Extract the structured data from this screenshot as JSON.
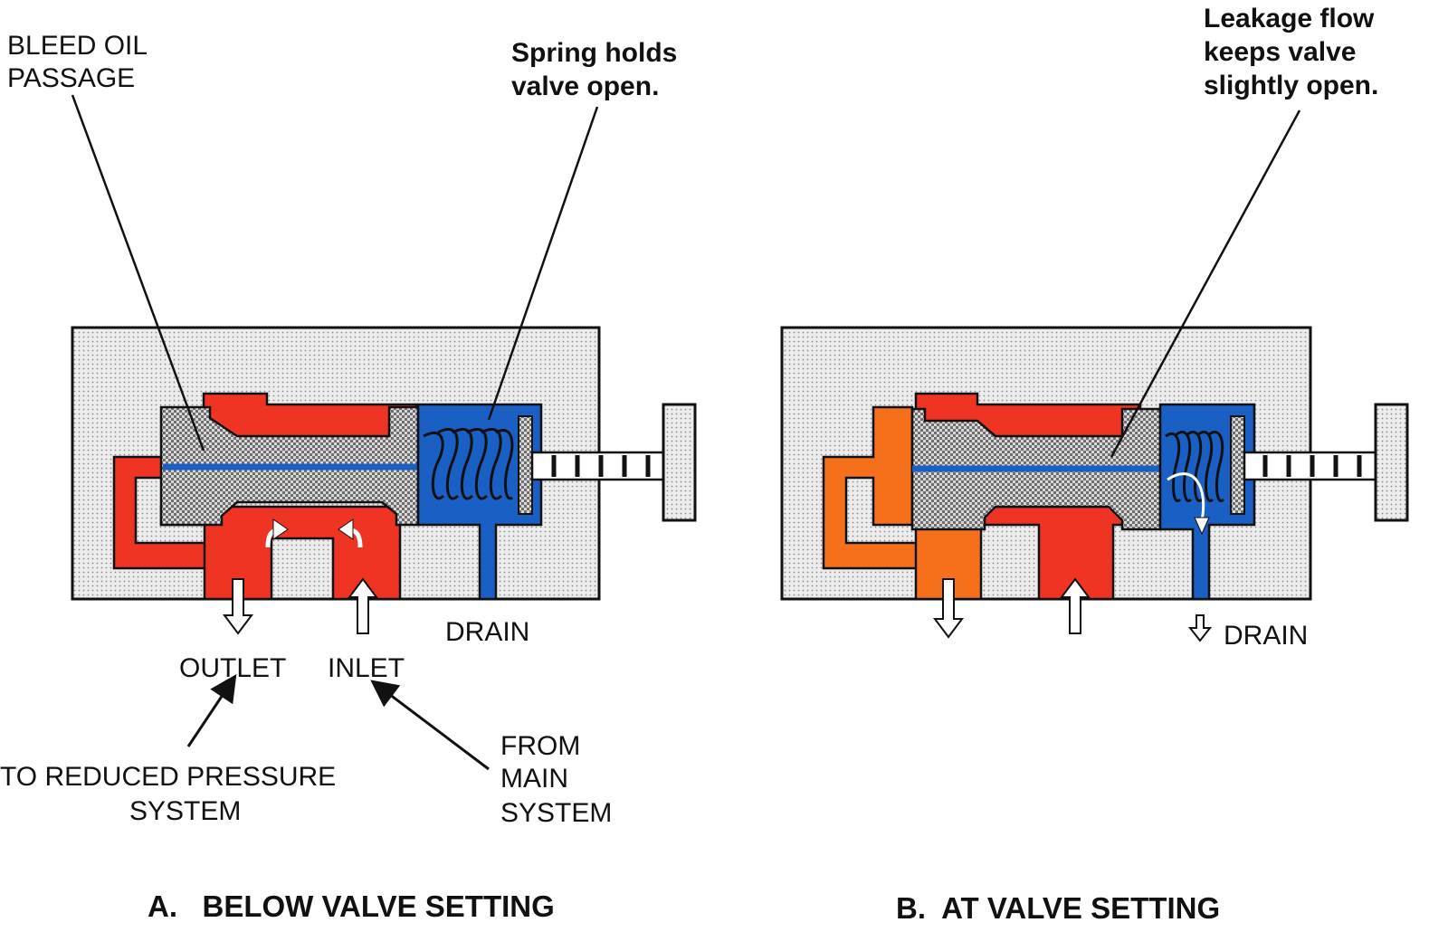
{
  "colors": {
    "body_fill": "#e4e4e4",
    "spool_fill": "#8a8a8a",
    "pressure_red": "#f03423",
    "reduced_orange": "#f6701c",
    "drain_blue": "#1a5fc4",
    "outline": "#111111"
  },
  "panel_a": {
    "callout_bleed": [
      "BLEED OIL",
      "PASSAGE"
    ],
    "callout_spring": [
      "Spring holds",
      "valve open."
    ],
    "drain_label": "DRAIN",
    "outlet_label": "OUTLET",
    "inlet_label": "INLET",
    "to_reduced": [
      "TO REDUCED PRESSURE",
      "SYSTEM"
    ],
    "from_main": [
      "FROM",
      "MAIN",
      "SYSTEM"
    ],
    "caption": "A.   BELOW VALVE SETTING"
  },
  "panel_b": {
    "callout_leakage": [
      "Leakage flow",
      "keeps valve",
      "slightly open."
    ],
    "drain_label": "DRAIN",
    "caption": "B.  AT VALVE SETTING"
  }
}
